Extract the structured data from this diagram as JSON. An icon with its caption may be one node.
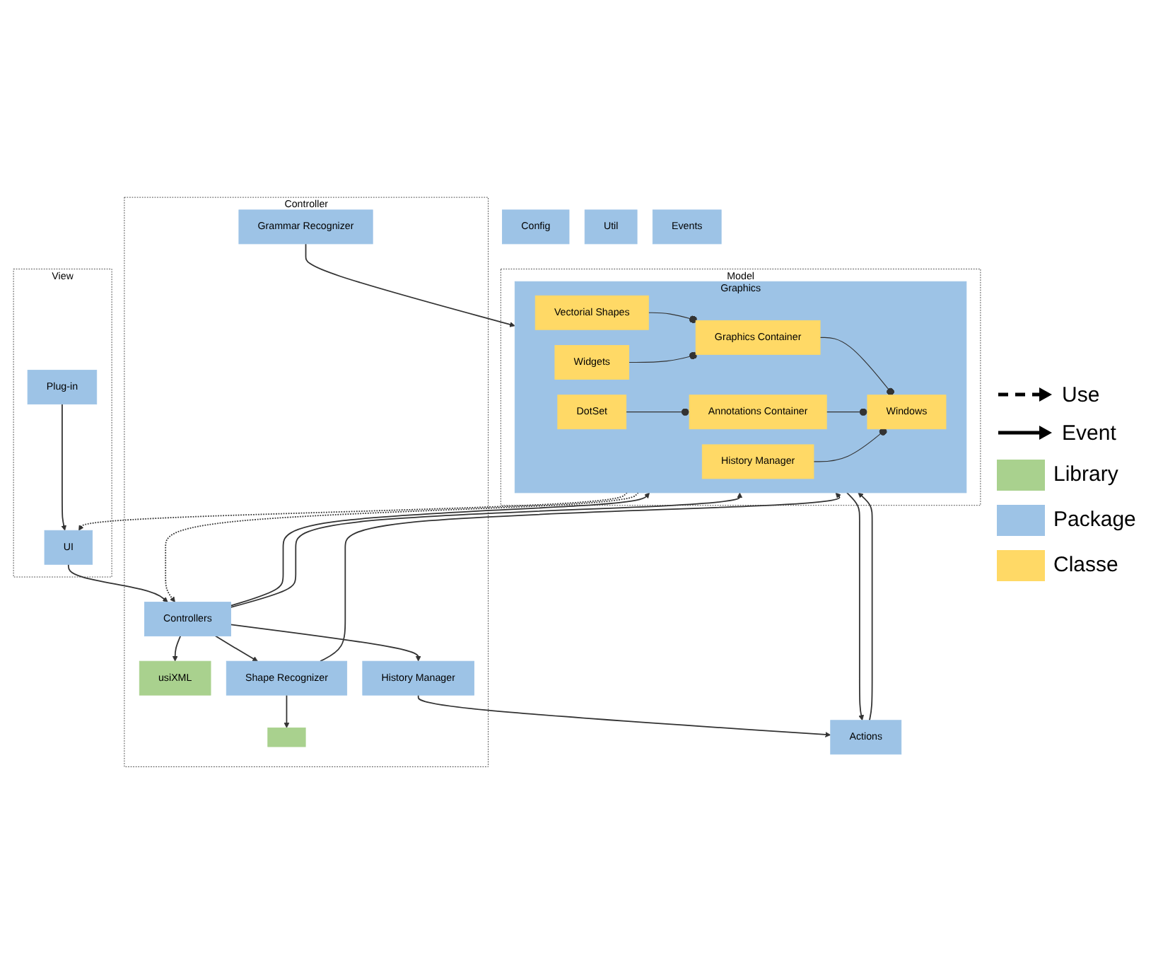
{
  "diagram": {
    "nodes": [
      {
        "text": [
          "View"
        ]
      },
      {
        "text": [
          "Plug-in"
        ],
        "in": 0
      },
      {
        "text": [
          "UI"
        ],
        "in": 0
      },
      {
        "text": [
          "Config"
        ]
      },
      {
        "text": [
          "Util"
        ]
      },
      {
        "text": [
          "Controller"
        ]
      },
      {
        "text": [],
        "shape": "box",
        "in": 5
      },
      {
        "text": [
          "Controllers"
        ],
        "in": 5
      },
      {
        "text": [
          "usiXML"
        ],
        "in": 5
      },
      {
        "text": [
          "Shape Recognizer"
        ],
        "in": 5
      },
      {
        "text": [
          "Grammar Recognizer"
        ],
        "in": 5
      },
      {
        "text": [
          "History Manager"
        ],
        "in": 5
      },
      {
        "text": [
          "Actions"
        ]
      },
      {
        "text": [
          "Events"
        ]
      },
      {
        "text": [
          "Model"
        ]
      },
      {
        "text": [
          "Graphics"
        ],
        "in": 14
      },
      {
        "text": [
          "Windows"
        ],
        "in": 15
      },
      {
        "text": [
          "Graphics Container"
        ],
        "in": 15
      },
      {
        "text": [
          "Annotations Container"
        ],
        "in": 15
      },
      {
        "text": [
          "History Manager"
        ],
        "in": 15
      },
      {
        "text": [
          "Vectorial Shapes"
        ],
        "in": 15
      },
      {
        "text": [
          "Widgets"
        ],
        "in": 15
      },
      {
        "text": [
          "DotSet"
        ],
        "in": 15
      }
    ],
    "edges": [
      {
        "from": 1,
        "to": 2,
        "arrow": "to"
      },
      {
        "from": 2,
        "to": 7,
        "arrow": "to"
      },
      {
        "from": 7,
        "to": 8,
        "arrow": "to"
      },
      {
        "from": 7,
        "to": 9,
        "arrow": "to"
      },
      {
        "from": 7,
        "to": 11,
        "arrow": "to"
      },
      {
        "from": 9,
        "to": 6,
        "arrow": "to"
      },
      {
        "from": 11,
        "to": 12,
        "arrow": "to"
      },
      {
        "from": 9,
        "to": 15,
        "arrow": "to"
      },
      {
        "from": 15,
        "to": 2,
        "arrow": "to",
        "style": "dashed"
      },
      {
        "from": 15,
        "to": 7,
        "arrow": "to",
        "style": "dashed"
      },
      {
        "from": 7,
        "to": 15,
        "arrow": "to"
      },
      {
        "from": 10,
        "to": 15,
        "arrow": "to"
      },
      {
        "from": 7,
        "to": 15,
        "arrow": "to"
      },
      {
        "from": 15,
        "to": 12,
        "arrow": "to"
      },
      {
        "from": 12,
        "to": 15,
        "arrow": "to"
      },
      {
        "from": 17,
        "to": 16,
        "arrow": "other"
      },
      {
        "from": 18,
        "to": 16,
        "arrow": "other"
      },
      {
        "from": 19,
        "to": 16,
        "arrow": "other"
      },
      {
        "from": 20,
        "to": 17,
        "arrow": "other"
      },
      {
        "from": 21,
        "to": 17,
        "arrow": "other"
      },
      {
        "from": 22,
        "to": 18,
        "arrow": "other"
      }
    ],
    "legend": [
      {
        "text": "Use"
      },
      {
        "text": "Event"
      },
      {
        "text": "Library",
        "color": "#a9d18e"
      },
      {
        "text": "Package",
        "color": "#9dc3e6"
      },
      {
        "text": "Classe",
        "color": "#ffd966"
      }
    ]
  }
}
